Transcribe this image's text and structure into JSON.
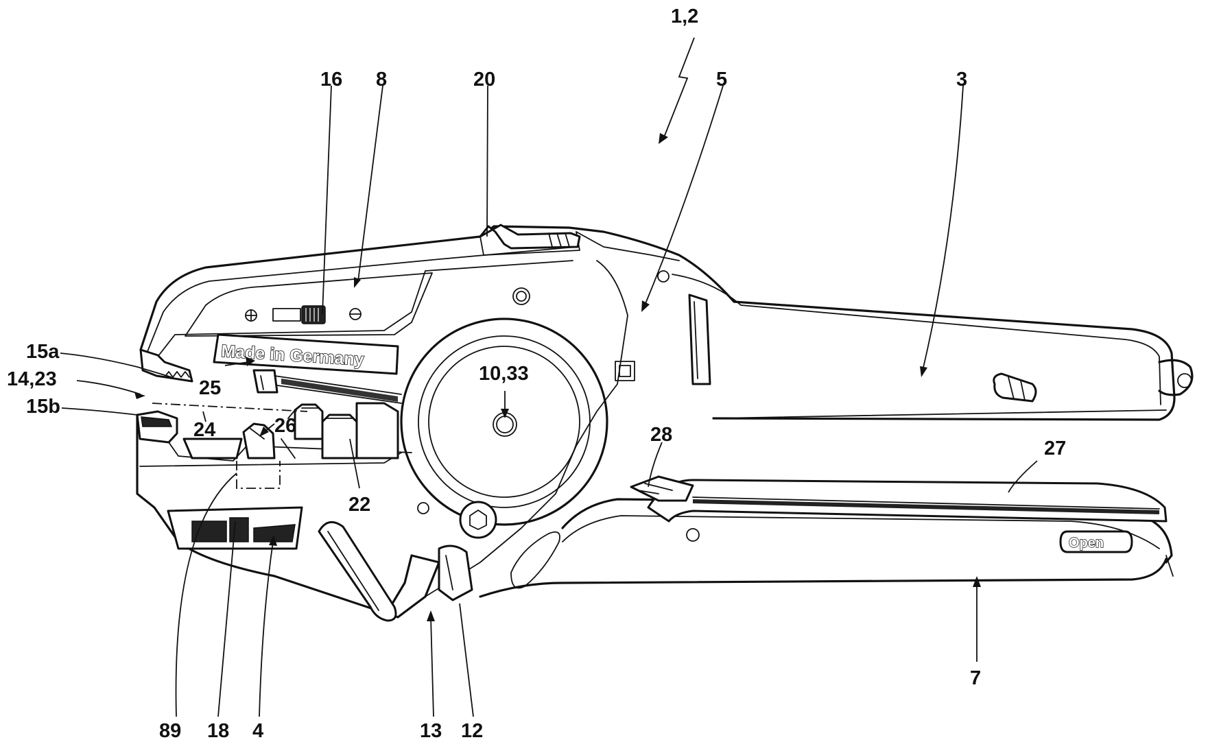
{
  "figure": {
    "stamp_text": "Made in Germany",
    "grip_text": "Open",
    "labels": {
      "l_1_2": "1,2",
      "l_16": "16",
      "l_8": "8",
      "l_20": "20",
      "l_5": "5",
      "l_3": "3",
      "l_15a": "15a",
      "l_14_23": "14,23",
      "l_15b": "15b",
      "l_25": "25",
      "l_24": "24",
      "l_26": "26",
      "l_10_33": "10,33",
      "l_22": "22",
      "l_28": "28",
      "l_27": "27",
      "l_7": "7",
      "l_89": "89",
      "l_18": "18",
      "l_4": "4",
      "l_13": "13",
      "l_12": "12"
    }
  }
}
